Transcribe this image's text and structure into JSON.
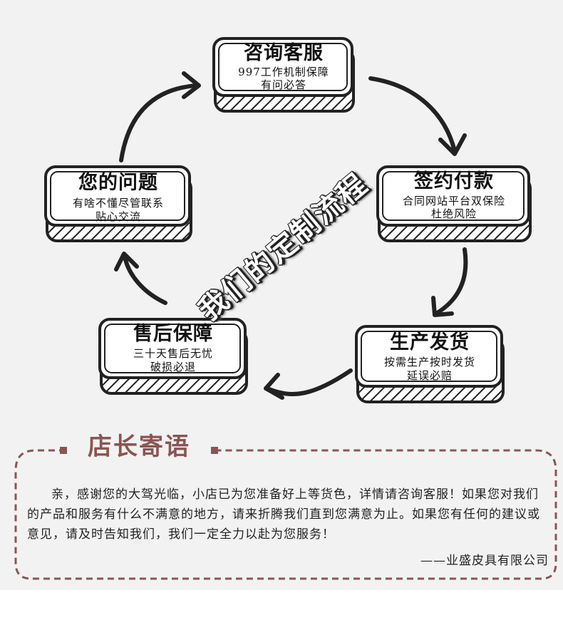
{
  "diagram": {
    "center_title": "我们的定制流程",
    "steps": [
      {
        "id": "consult",
        "title": "咨询客服",
        "lines": [
          "997工作机制保障",
          "有问必答"
        ]
      },
      {
        "id": "sign",
        "title": "签约付款",
        "lines": [
          "合同网站平台双保险",
          "杜绝风险"
        ]
      },
      {
        "id": "produce",
        "title": "生产发货",
        "lines": [
          "按需生产按时发货",
          "延误必赔"
        ]
      },
      {
        "id": "aftersale",
        "title": "售后保障",
        "lines": [
          "三十天售后无忧",
          "破损必退"
        ]
      },
      {
        "id": "question",
        "title": "您的问题",
        "lines": [
          "有啥不懂尽管联系",
          "贴心交流"
        ]
      }
    ]
  },
  "message": {
    "heading": "店长寄语",
    "body": "亲，感谢您的大驾光临，小店已为您准备好上等货色，详情请咨询客服！如果您对我们的产品和服务有什么不满意的地方，请来折腾我们直到您满意为止。如果您有任何的建议或意见，请及时告知我们，我们一定全力以赴为您服务！",
    "signature": "——业盛皮具有限公司"
  },
  "colors": {
    "accent": "#8a5552",
    "ink": "#222222",
    "background": "#f2f2f2"
  }
}
